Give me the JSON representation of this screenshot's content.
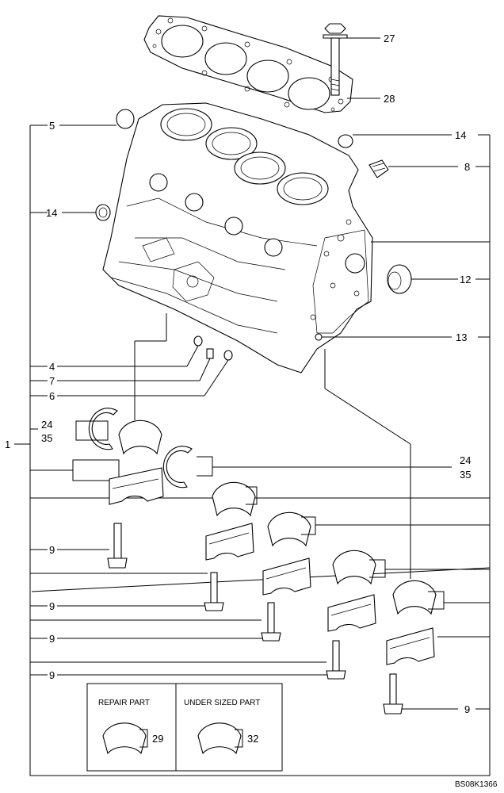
{
  "callouts": {
    "c1": "1",
    "c4": "4",
    "c5": "5",
    "c6": "6",
    "c7": "7",
    "c8": "8",
    "c9a": "9",
    "c9b": "9",
    "c9c": "9",
    "c9d": "9",
    "c9e": "9",
    "c12": "12",
    "c13": "13",
    "c14a": "14",
    "c14b": "14",
    "c24a": "24",
    "c35a": "35",
    "c24b": "24",
    "c35b": "35",
    "c27": "27",
    "c28": "28",
    "c29": "29",
    "c32": "32"
  },
  "inset": {
    "repair_title": "REPAIR PART",
    "undersized_title": "UNDER SIZED PART"
  },
  "drawing_code": "BS08K1366"
}
